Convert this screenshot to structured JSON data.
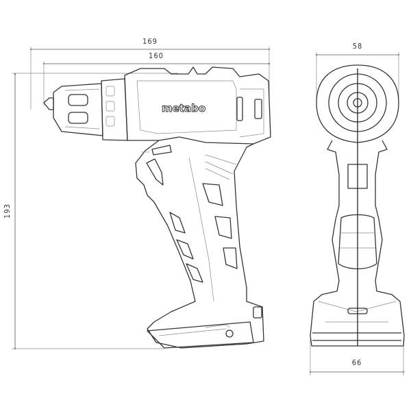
{
  "dimensions": {
    "overall_length": "169",
    "body_length": "160",
    "height": "193",
    "front_width": "58",
    "base_width": "66"
  },
  "brand_logo": "metabo"
}
